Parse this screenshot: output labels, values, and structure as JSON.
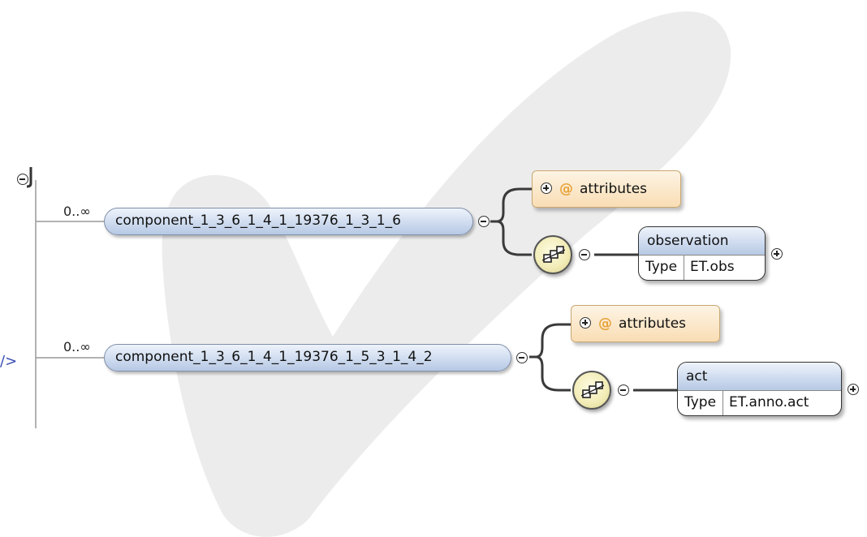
{
  "watermark": "checkmark-watermark",
  "left_edge_text": "/>",
  "rows": [
    {
      "cardinality": "0..∞",
      "component": "component_1_3_6_1_4_1_19376_1_3_1_6",
      "attributes_label": "attributes",
      "at_symbol": "@",
      "element": {
        "name": "observation",
        "type_key": "Type",
        "type_value": "ET.obs"
      }
    },
    {
      "cardinality": "0..∞",
      "component": "component_1_3_6_1_4_1_19376_1_5_3_1_4_2",
      "attributes_label": "attributes",
      "at_symbol": "@",
      "element": {
        "name": "act",
        "type_key": "Type",
        "type_value": "ET.anno.act"
      }
    }
  ],
  "colors": {
    "pill": "#cfdcef",
    "attributes": "#f9ddb4",
    "sequence": "#f3edb9",
    "at_symbol": "#e8a33c"
  }
}
